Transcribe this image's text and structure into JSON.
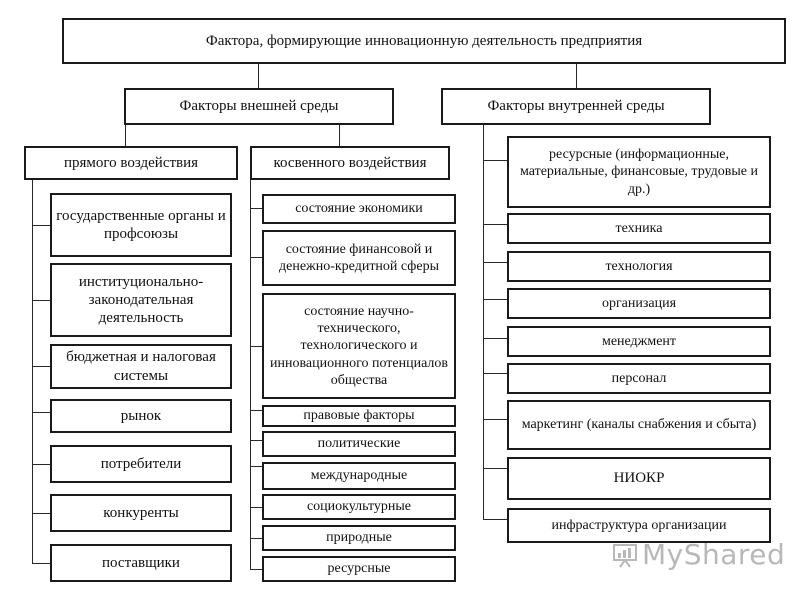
{
  "title": "Фактора, формирующие инновационную деятельность предприятия",
  "external": {
    "label": "Факторы внешней среды",
    "direct": {
      "label": "прямого воздействия",
      "items": [
        "государственные органы и профсоюзы",
        "институционально-законодательная деятельность",
        "бюджетная и налоговая системы",
        "рынок",
        "потребители",
        "конкуренты",
        "поставщики"
      ]
    },
    "indirect": {
      "label": "косвенного воздействия",
      "items": [
        "состояние экономики",
        "состояние финансовой и денежно-кредитной сферы",
        "состояние научно-технического, технологического и инновационного потенциалов общества",
        "правовые факторы",
        "политические",
        "международные",
        "социокультурные",
        "природные",
        "ресурсные"
      ]
    }
  },
  "internal": {
    "label": "Факторы внутренней среды",
    "items": [
      "ресурсные (информационные, материальные, финансовые, трудовые и др.)",
      "техника",
      "технология",
      "организация",
      "менеджмент",
      "персонал",
      "маркетинг (каналы снабжения и сбыта)",
      "НИОКР",
      "инфраструктура организации"
    ]
  },
  "watermark": "MyShared"
}
